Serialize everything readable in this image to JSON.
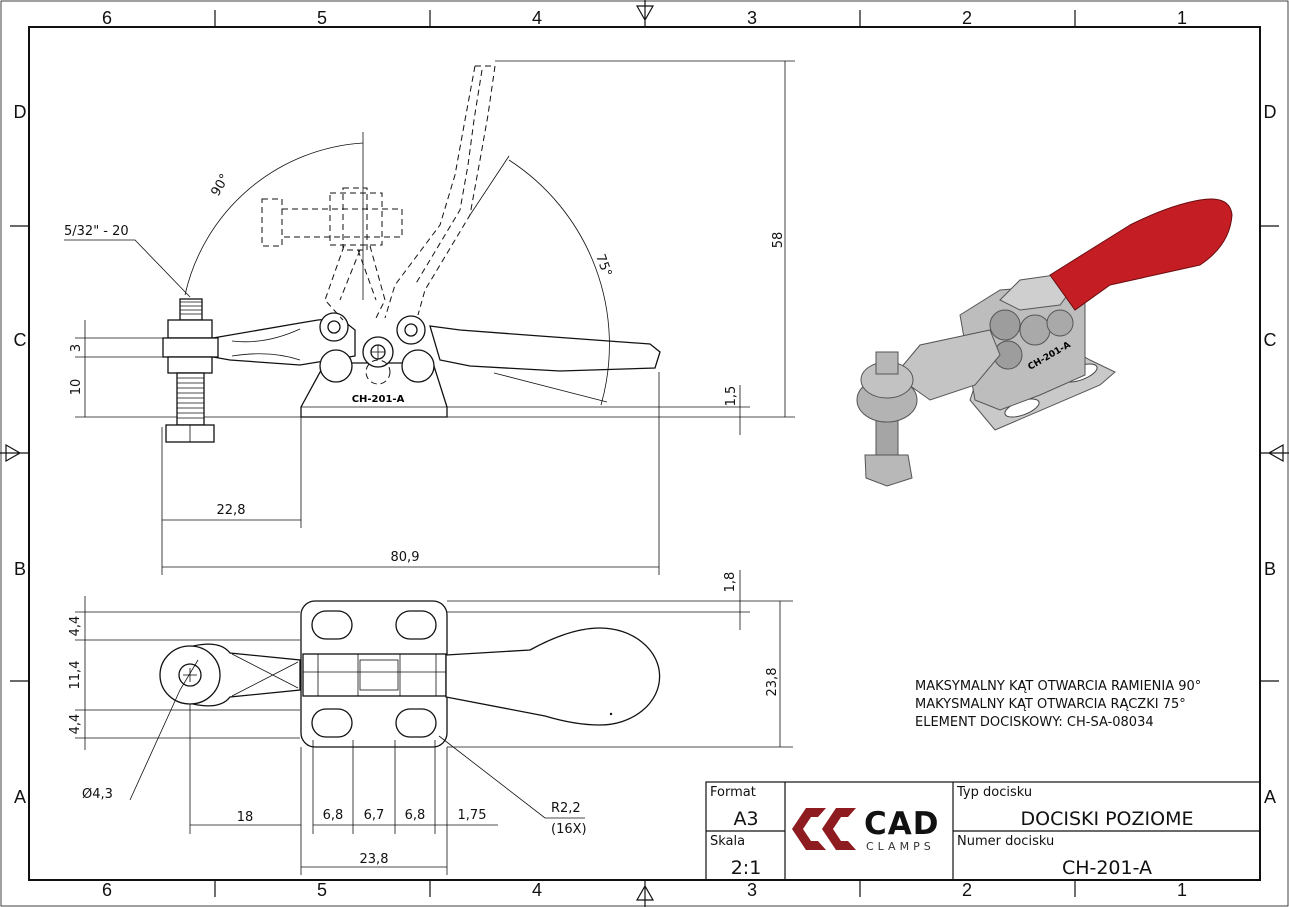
{
  "sheet": {
    "zones_top": [
      "6",
      "5",
      "4",
      "3",
      "2",
      "1"
    ],
    "zones_bottom": [
      "6",
      "5",
      "4",
      "3",
      "2",
      "1"
    ],
    "zones_left": [
      "D",
      "C",
      "B",
      "A"
    ],
    "zones_right": [
      "D",
      "C",
      "B",
      "A"
    ]
  },
  "side_view": {
    "thread_label": "5/32\" - 20",
    "angle_arm": "90°",
    "angle_handle": "75°",
    "dim_height": "58",
    "dim_3": "3",
    "dim_10": "10",
    "dim_1_5": "1,5",
    "dim_22_8": "22,8",
    "dim_80_9": "80,9",
    "part_marking": "CH-201-A"
  },
  "top_view": {
    "dim_1_8": "1,8",
    "dim_4_4_top": "4,4",
    "dim_11_4": "11,4",
    "dim_4_4_bottom": "4,4",
    "dim_23_8_right": "23,8",
    "dim_hole": "Ø4,3",
    "dim_18": "18",
    "dim_6_8_a": "6,8",
    "dim_6_7": "6,7",
    "dim_6_8_b": "6,8",
    "dim_1_75": "1,75",
    "dim_radius": "R2,2",
    "dim_radius_count": "(16X)",
    "dim_23_8_bottom": "23,8"
  },
  "iso_view": {
    "part_marking": "CH-201-A",
    "colors": {
      "handle": "#c41e24",
      "metal": "#b9b9b9",
      "metal_dark": "#7d7d7d"
    }
  },
  "notes": [
    "MAKSYMALNY KĄT OTWARCIA RAMIENIA 90°",
    "MAKYSMALNY KĄT OTWARCIA RĄCZKI 75°",
    "ELEMENT DOCISKOWY: CH-SA-08034"
  ],
  "title_block": {
    "format_label": "Format",
    "format_value": "A3",
    "scale_label": "Skala",
    "scale_value": "2:1",
    "logo_text": "CAD",
    "logo_sub": "CLAMPS",
    "logo_color": "#8e1b1f",
    "type_label": "Typ docisku",
    "type_value": "DOCISKI POZIOME",
    "number_label": "Numer docisku",
    "number_value": "CH-201-A"
  }
}
